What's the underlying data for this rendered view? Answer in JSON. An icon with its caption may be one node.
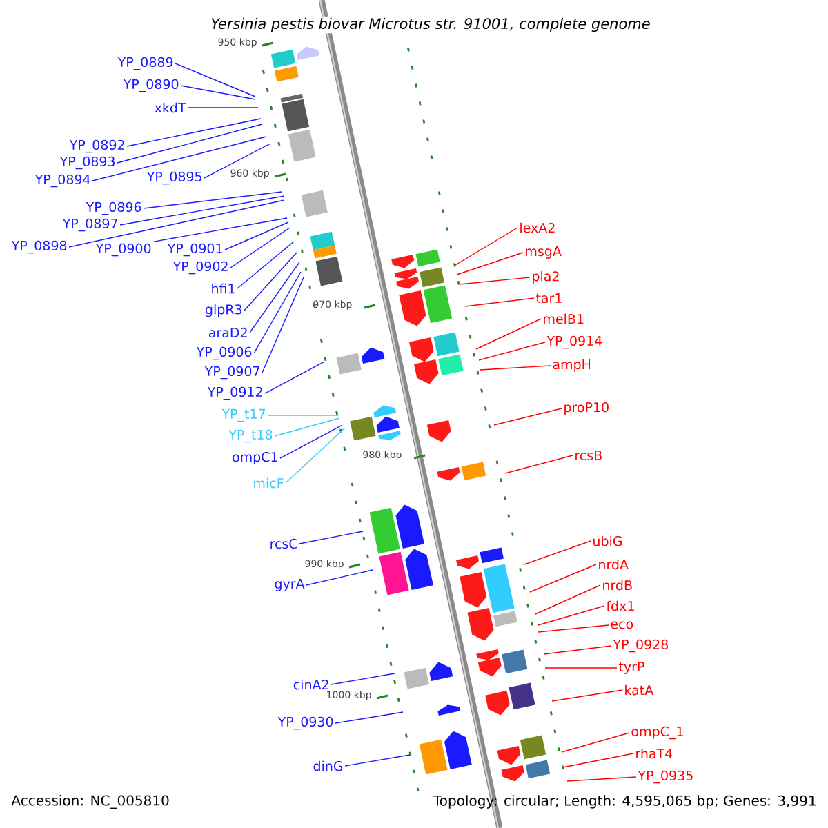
{
  "diagram": {
    "title": "Yersinia pestis biovar Microtus str. 91001, complete genome",
    "nodes": [
      {
        "text": [
          "YP_0889"
        ]
      },
      {
        "text": [
          "YP_0890"
        ]
      },
      {
        "text": [
          "xkdT"
        ]
      },
      {
        "text": [
          "YP_0892"
        ]
      },
      {
        "text": [
          "YP_0893"
        ]
      },
      {
        "text": [
          "YP_0894"
        ]
      },
      {
        "text": [
          "YP_0895"
        ]
      },
      {
        "text": [
          "YP_0896"
        ]
      },
      {
        "text": [
          "YP_0897"
        ]
      },
      {
        "text": [
          "YP_0898"
        ]
      },
      {
        "text": [
          "YP_0900"
        ]
      },
      {
        "text": [
          "YP_0901"
        ]
      },
      {
        "text": [
          "YP_0902"
        ]
      },
      {
        "text": [
          "hfi1"
        ]
      },
      {
        "text": [
          "glpR3"
        ]
      },
      {
        "text": [
          "araD2"
        ]
      },
      {
        "text": [
          "YP_0906"
        ]
      },
      {
        "text": [
          "YP_0907"
        ]
      },
      {
        "text": [
          "YP_0912"
        ]
      },
      {
        "text": [
          "YP_t17"
        ]
      },
      {
        "text": [
          "YP_t18"
        ]
      },
      {
        "text": [
          "ompC1"
        ]
      },
      {
        "text": [
          "micF"
        ]
      },
      {
        "text": [
          "rcsC"
        ]
      },
      {
        "text": [
          "gyrA"
        ]
      },
      {
        "text": [
          "cinA2"
        ]
      },
      {
        "text": [
          "YP_0930"
        ]
      },
      {
        "text": [
          "dinG"
        ]
      },
      {
        "text": [
          "lexA2"
        ]
      },
      {
        "text": [
          "msgA"
        ]
      },
      {
        "text": [
          "pla2"
        ]
      },
      {
        "text": [
          "tar1"
        ]
      },
      {
        "text": [
          "melB1"
        ]
      },
      {
        "text": [
          "YP_0914"
        ]
      },
      {
        "text": [
          "ampH"
        ]
      },
      {
        "text": [
          "proP10"
        ]
      },
      {
        "text": [
          "rcsB"
        ]
      },
      {
        "text": [
          "ubiG"
        ]
      },
      {
        "text": [
          "nrdA"
        ]
      },
      {
        "text": [
          "nrdB"
        ]
      },
      {
        "text": [
          "fdx1"
        ]
      },
      {
        "text": [
          "eco"
        ]
      },
      {
        "text": [
          "YP_0928"
        ]
      },
      {
        "text": [
          "tyrP"
        ]
      },
      {
        "text": [
          "katA"
        ]
      },
      {
        "text": [
          "ompC_1"
        ]
      },
      {
        "text": [
          "rhaT4"
        ]
      },
      {
        "text": [
          "YP_0935"
        ]
      }
    ],
    "edges": [
      {
        "from": 0,
        "to": null,
        "arrow": "none"
      },
      {
        "from": 1,
        "to": null,
        "arrow": "none"
      },
      {
        "from": 2,
        "to": null,
        "arrow": "none"
      },
      {
        "from": 3,
        "to": null,
        "arrow": "none"
      },
      {
        "from": 4,
        "to": null,
        "arrow": "none"
      },
      {
        "from": 5,
        "to": null,
        "arrow": "none"
      },
      {
        "from": 6,
        "to": null,
        "arrow": "none"
      },
      {
        "from": 7,
        "to": null,
        "arrow": "none"
      },
      {
        "from": 8,
        "to": null,
        "arrow": "none"
      },
      {
        "from": 9,
        "to": null,
        "arrow": "none"
      },
      {
        "from": 10,
        "to": null,
        "arrow": "none"
      },
      {
        "from": 11,
        "to": null,
        "arrow": "none"
      },
      {
        "from": 12,
        "to": null,
        "arrow": "none"
      },
      {
        "from": 13,
        "to": null,
        "arrow": "none"
      },
      {
        "from": 14,
        "to": null,
        "arrow": "none"
      },
      {
        "from": 15,
        "to": null,
        "arrow": "none"
      },
      {
        "from": 16,
        "to": null,
        "arrow": "none"
      },
      {
        "from": 17,
        "to": null,
        "arrow": "none"
      },
      {
        "from": 18,
        "to": null,
        "arrow": "none"
      },
      {
        "from": 19,
        "to": null,
        "arrow": "none",
        "color": "#33ccff"
      },
      {
        "from": 20,
        "to": null,
        "arrow": "none",
        "color": "#33ccff"
      },
      {
        "from": 21,
        "to": null,
        "arrow": "none"
      },
      {
        "from": 22,
        "to": null,
        "arrow": "none",
        "color": "#33ccff"
      },
      {
        "from": 23,
        "to": null,
        "arrow": "none"
      },
      {
        "from": 24,
        "to": null,
        "arrow": "none"
      },
      {
        "from": 25,
        "to": null,
        "arrow": "none"
      },
      {
        "from": 26,
        "to": null,
        "arrow": "none"
      },
      {
        "from": 27,
        "to": null,
        "arrow": "none"
      },
      {
        "from": 28,
        "to": null,
        "arrow": "none",
        "color": "#ff0000"
      },
      {
        "from": 29,
        "to": null,
        "arrow": "none",
        "color": "#ff0000"
      },
      {
        "from": 30,
        "to": null,
        "arrow": "none",
        "color": "#ff0000"
      },
      {
        "from": 31,
        "to": null,
        "arrow": "none",
        "color": "#ff0000"
      },
      {
        "from": 32,
        "to": null,
        "arrow": "none",
        "color": "#ff0000"
      },
      {
        "from": 33,
        "to": null,
        "arrow": "none",
        "color": "#ff0000"
      },
      {
        "from": 34,
        "to": null,
        "arrow": "none",
        "color": "#ff0000"
      },
      {
        "from": 35,
        "to": null,
        "arrow": "none",
        "color": "#ff0000"
      },
      {
        "from": 36,
        "to": null,
        "arrow": "none",
        "color": "#ff0000"
      },
      {
        "from": 37,
        "to": null,
        "arrow": "none",
        "color": "#ff0000"
      },
      {
        "from": 38,
        "to": null,
        "arrow": "none",
        "color": "#ff0000"
      },
      {
        "from": 39,
        "to": null,
        "arrow": "none",
        "color": "#ff0000"
      },
      {
        "from": 40,
        "to": null,
        "arrow": "none",
        "color": "#ff0000"
      },
      {
        "from": 41,
        "to": null,
        "arrow": "none",
        "color": "#ff0000"
      },
      {
        "from": 42,
        "to": null,
        "arrow": "none",
        "color": "#ff0000"
      },
      {
        "from": 43,
        "to": null,
        "arrow": "none",
        "color": "#ff0000"
      },
      {
        "from": 44,
        "to": null,
        "arrow": "none",
        "color": "#ff0000"
      },
      {
        "from": 45,
        "to": null,
        "arrow": "none",
        "color": "#ff0000"
      },
      {
        "from": 46,
        "to": null,
        "arrow": "none",
        "color": "#ff0000"
      },
      {
        "from": 47,
        "to": null,
        "arrow": "none",
        "color": "#ff0000"
      }
    ],
    "labels": [
      "950 kbp",
      "960 kbp",
      "970 kbp",
      "980 kbp",
      "990 kbp",
      "1000 kbp",
      "Accession: NC_005810",
      "Topology: circular; Length: 4,595,065 bp; Genes: 3,991"
    ]
  }
}
